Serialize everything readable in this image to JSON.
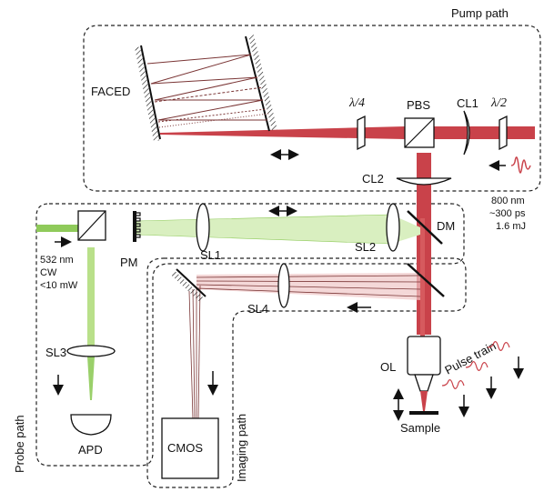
{
  "regions": {
    "pump": "Pump path",
    "probe": "Probe path",
    "imaging": "Imaging path"
  },
  "components": {
    "faced": "FACED",
    "qwp": "λ/4",
    "pbs": "PBS",
    "cl1": "CL1",
    "hwp": "λ/2",
    "cl2": "CL2",
    "dm": "DM",
    "pm": "PM",
    "sl1": "SL1",
    "sl2": "SL2",
    "sl3": "SL3",
    "sl4": "SL4",
    "apd": "APD",
    "cmos": "CMOS",
    "ol": "OL",
    "sample": "Sample"
  },
  "pump_specs": [
    "800 nm",
    "~300 ps",
    "1.6 mJ"
  ],
  "probe_specs": [
    "532 nm",
    "CW",
    "<10 mW"
  ],
  "pulse_label": "Pulse train",
  "colors": {
    "pump_beam": "#c9424a",
    "pump_beam_light": "#e8a5a5",
    "probe_beam": "#b9e08a",
    "probe_beam_dark": "#6aa832",
    "faced_rays": "#7a3535"
  }
}
